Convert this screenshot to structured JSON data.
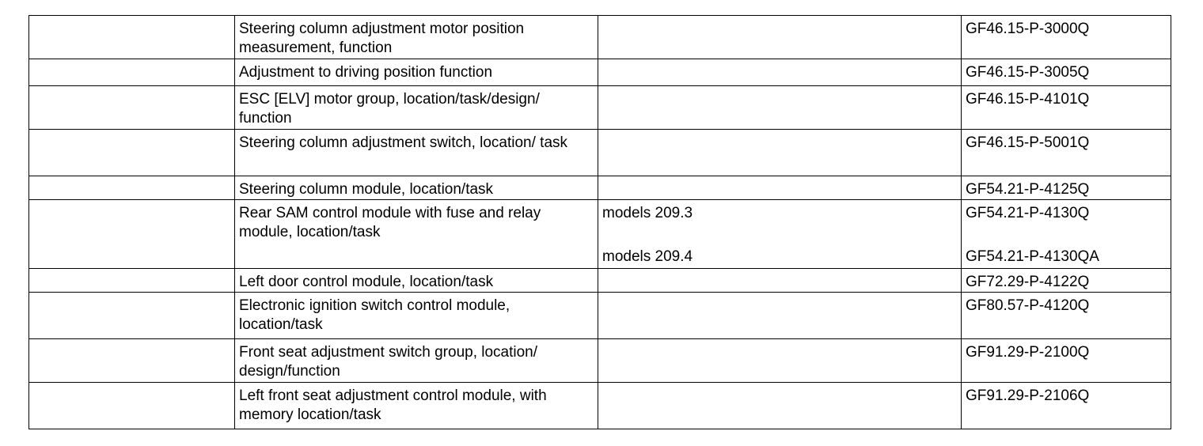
{
  "rows": [
    {
      "description": "Steering column adjustment motor position measurement, function",
      "conditions": [
        ""
      ],
      "docs": [
        "GF46.15-P-3000Q"
      ]
    },
    {
      "description": "Adjustment to driving position function",
      "conditions": [
        ""
      ],
      "docs": [
        "GF46.15-P-3005Q"
      ]
    },
    {
      "description": "ESC [ELV] motor group, location/task/design/ function",
      "conditions": [
        ""
      ],
      "docs": [
        "GF46.15-P-4101Q"
      ]
    },
    {
      "description": "Steering column adjustment switch, location/ task",
      "conditions": [
        ""
      ],
      "docs": [
        "GF46.15-P-5001Q"
      ]
    },
    {
      "description": "Steering column module, location/task",
      "conditions": [
        ""
      ],
      "docs": [
        "GF54.21-P-4125Q"
      ]
    },
    {
      "description": "Rear SAM control module with fuse and relay module, location/task",
      "conditions": [
        "models 209.3",
        "models 209.4"
      ],
      "docs": [
        "GF54.21-P-4130Q",
        "GF54.21-P-4130QA"
      ]
    },
    {
      "description": "Left door control module, location/task",
      "conditions": [
        ""
      ],
      "docs": [
        "GF72.29-P-4122Q"
      ]
    },
    {
      "description": "Electronic ignition switch control module, location/task",
      "conditions": [
        ""
      ],
      "docs": [
        "GF80.57-P-4120Q"
      ]
    },
    {
      "description": "Front seat adjustment switch group, location/ design/function",
      "conditions": [
        ""
      ],
      "docs": [
        "GF91.29-P-2100Q"
      ]
    },
    {
      "description": "Left front seat adjustment control module, with memory location/task",
      "conditions": [
        ""
      ],
      "docs": [
        "GF91.29-P-2106Q"
      ]
    }
  ]
}
